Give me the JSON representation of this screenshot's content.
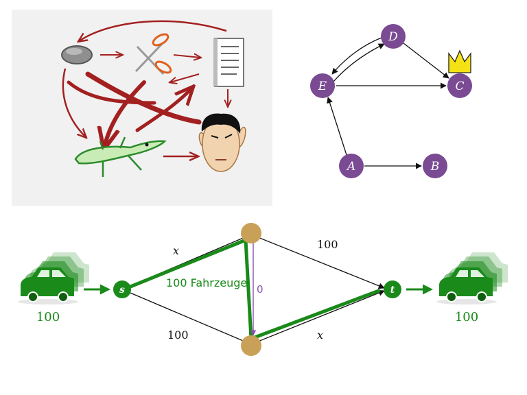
{
  "graph": {
    "nodes": [
      {
        "id": "D",
        "label": "D"
      },
      {
        "id": "E",
        "label": "E"
      },
      {
        "id": "C",
        "label": "C"
      },
      {
        "id": "A",
        "label": "A"
      },
      {
        "id": "B",
        "label": "B"
      }
    ],
    "edges": [
      {
        "from": "D",
        "to": "C"
      },
      {
        "from": "D",
        "to": "E"
      },
      {
        "from": "E",
        "to": "D"
      },
      {
        "from": "E",
        "to": "C"
      },
      {
        "from": "A",
        "to": "E"
      },
      {
        "from": "A",
        "to": "B"
      }
    ],
    "crown_node": "C"
  },
  "network": {
    "source_label": "s",
    "sink_label": "t",
    "edge_top_left": "x",
    "edge_top_right": "100",
    "edge_bottom_left": "100",
    "edge_bottom_right": "x",
    "edge_middle": "0",
    "flow_label": "100 Fahrzeuge",
    "cars_in": "100",
    "cars_out": "100"
  },
  "colors": {
    "graph_node": "#7a4a93",
    "flow_green": "#1a8a1a",
    "middle_nodes": "#c8a057",
    "crown": "#f4e214",
    "sketch_red": "#a32020",
    "middle_edge": "#8a4fb0"
  }
}
